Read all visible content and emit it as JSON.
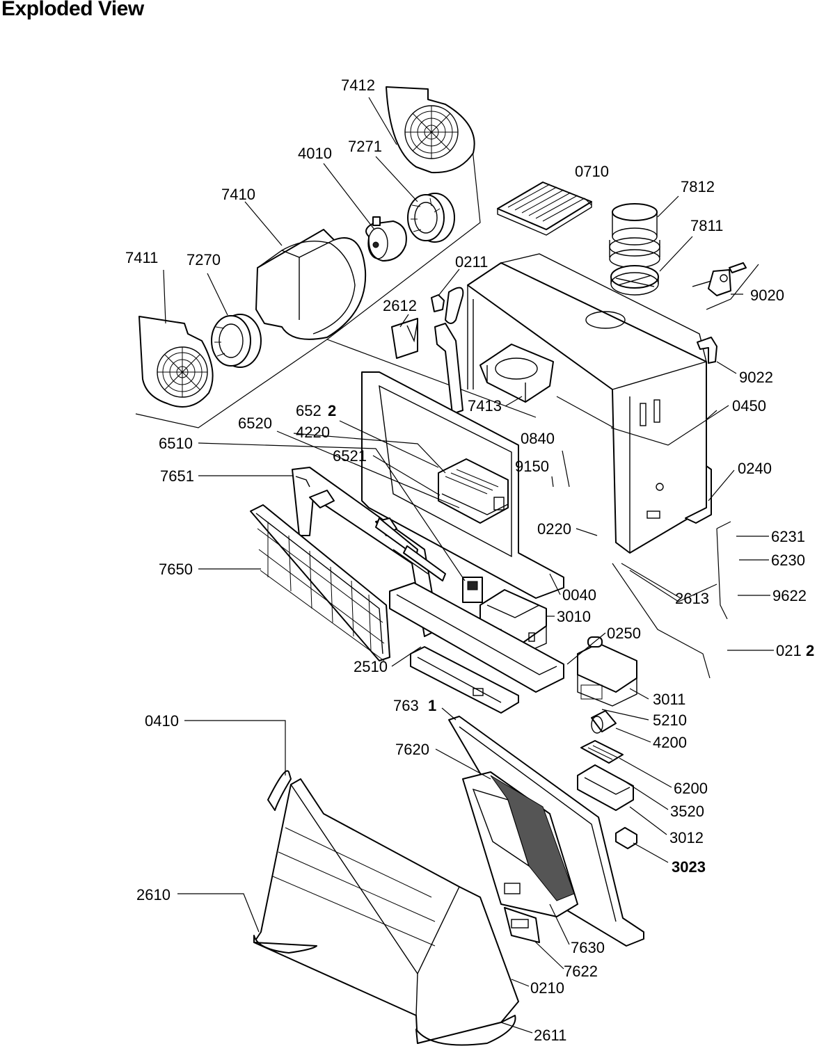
{
  "title": "Exploded View",
  "labels": {
    "l7412": "7412",
    "l4010": "4010",
    "l7271": "7271",
    "l0710": "0710",
    "l7812": "7812",
    "l7410": "7410",
    "l7811": "7811",
    "l7411": "7411",
    "l7270": "7270",
    "l0211": "0211",
    "l9020": "9020",
    "l2612": "2612",
    "l9022": "9022",
    "l7413": "7413",
    "l0450": "0450",
    "l6522_a": "652",
    "l6522_b": "2",
    "l6520": "6520",
    "l4220": "4220",
    "l6510": "6510",
    "l0840": "0840",
    "l6521": "6521",
    "l7651": "7651",
    "l9150": "9150",
    "l0240": "0240",
    "l0220": "0220",
    "l6231": "6231",
    "l6230": "6230",
    "l7650": "7650",
    "l0040": "0040",
    "l2613": "2613",
    "l9622": "9622",
    "l3010": "3010",
    "l0250": "0250",
    "l0212_a": "021",
    "l0212_b": "2",
    "l2510": "2510",
    "l3011": "3011",
    "l7631_a": "763",
    "l7631_b": "1",
    "l5210": "5210",
    "l0410": "0410",
    "l4200": "4200",
    "l7620": "7620",
    "l6200": "6200",
    "l3520": "3520",
    "l3012": "3012",
    "l3023": "3023",
    "l2610": "2610",
    "l7630": "7630",
    "l7622": "7622",
    "l0210": "0210",
    "l2611": "2611"
  }
}
